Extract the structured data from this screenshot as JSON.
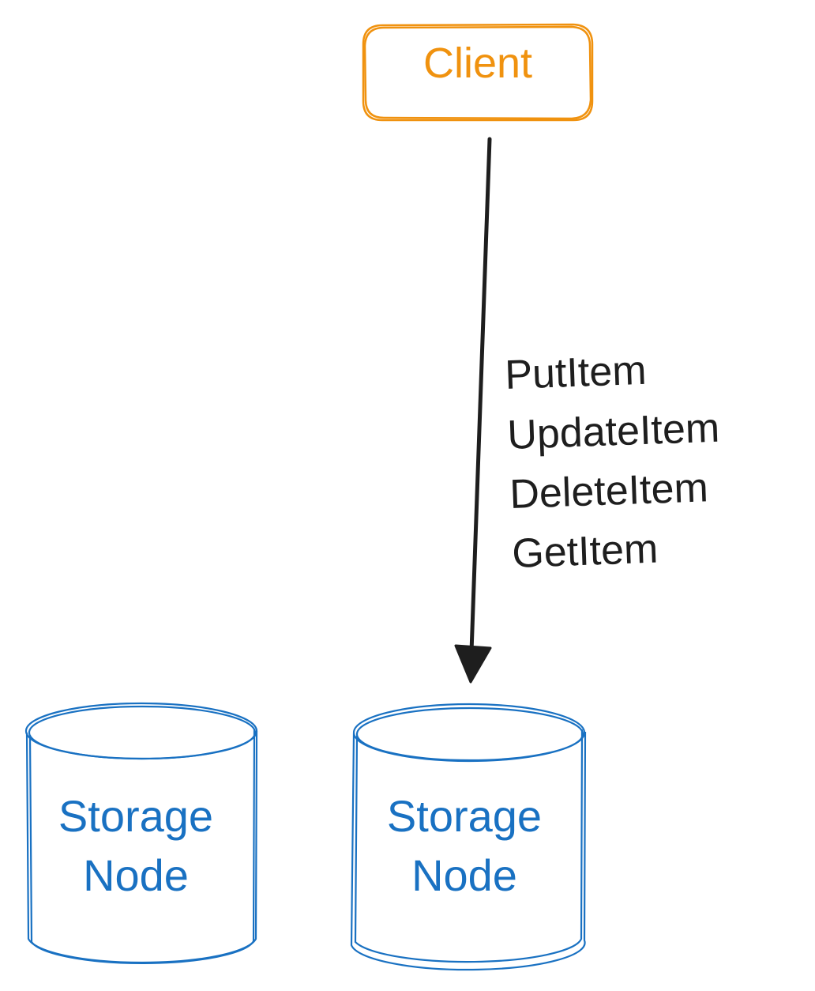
{
  "client": {
    "label": "Client"
  },
  "edge": {
    "operations": [
      "PutItem",
      "UpdateItem",
      "DeleteItem",
      "GetItem"
    ]
  },
  "storage_nodes": [
    {
      "label_line1": "Storage",
      "label_line2": "Node"
    },
    {
      "label_line1": "Storage",
      "label_line2": "Node"
    }
  ],
  "colors": {
    "client": "#f0920f",
    "storage": "#1971c2",
    "arrow": "#1e1e1e",
    "text": "#1e1e1e"
  }
}
